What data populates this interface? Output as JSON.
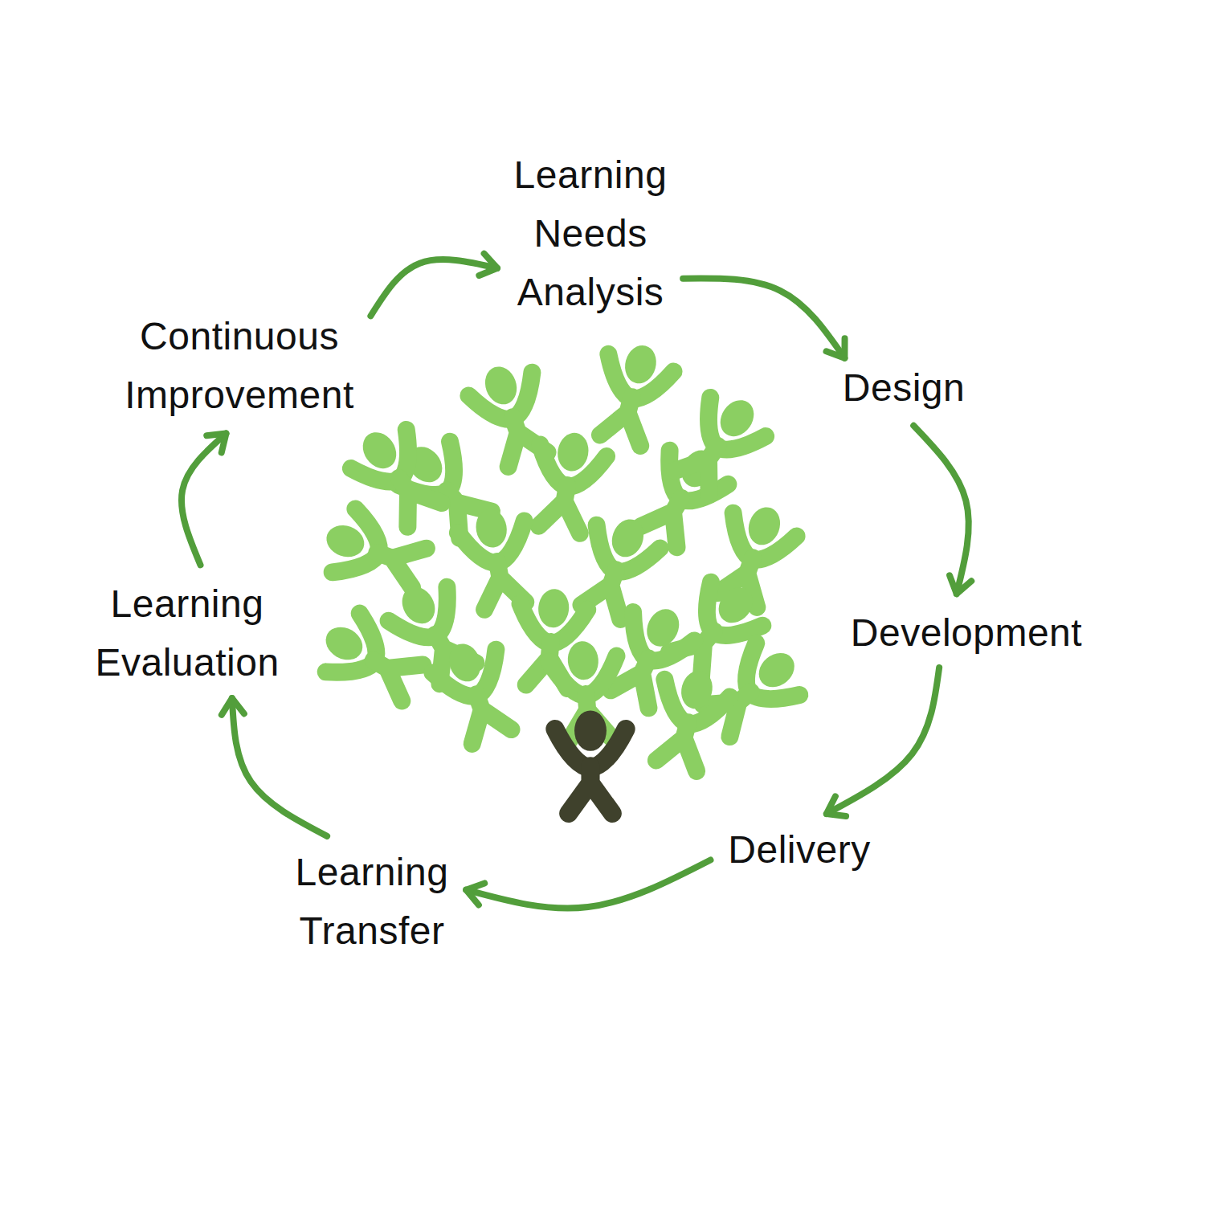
{
  "diagram": {
    "nodes": [
      {
        "text": [
          "Learning Needs Analysis"
        ]
      },
      {
        "text": [
          "Design"
        ]
      },
      {
        "text": [
          "Development"
        ]
      },
      {
        "text": [
          "Delivery"
        ]
      },
      {
        "text": [
          "Learning Transfer"
        ]
      },
      {
        "text": [
          "Learning Evaluation"
        ]
      },
      {
        "text": [
          "Continuous Improvement"
        ]
      }
    ],
    "edges": [
      {
        "from": 0,
        "to": 1,
        "arrow": "to"
      },
      {
        "from": 1,
        "to": 2,
        "arrow": "to"
      },
      {
        "from": 2,
        "to": 3,
        "arrow": "to"
      },
      {
        "from": 3,
        "to": 4,
        "arrow": "to"
      },
      {
        "from": 4,
        "to": 5,
        "arrow": "to"
      },
      {
        "from": 5,
        "to": 6,
        "arrow": "to"
      },
      {
        "from": 6,
        "to": 0,
        "arrow": "to"
      }
    ]
  }
}
